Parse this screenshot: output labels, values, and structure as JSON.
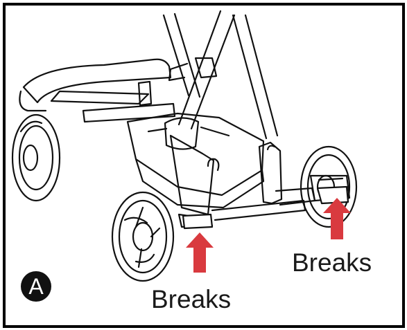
{
  "figure": {
    "step_badge": "A",
    "labels": {
      "right": "Breaks",
      "left": "Breaks"
    },
    "colors": {
      "arrow": "#d93a3f",
      "line": "#111111",
      "frame": "#000000",
      "badge_bg": "#111111"
    },
    "icons": [
      "stroller-chassis-drawing",
      "brake-arrow-icon"
    ]
  }
}
